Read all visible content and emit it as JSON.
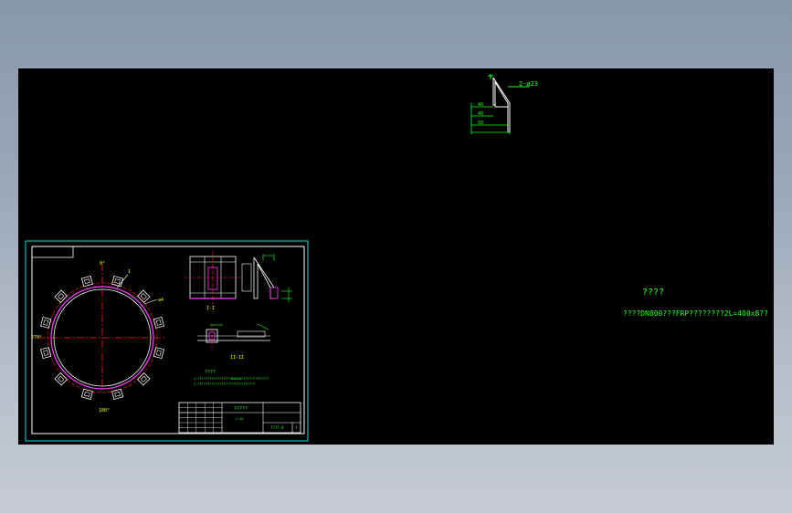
{
  "drawing": {
    "note_title": "????",
    "note_body": "????DN800???FRP????????2L=400x8??",
    "detail_top": {
      "hole_label": "2-ø23",
      "dims": [
        "40",
        "40",
        "50"
      ]
    },
    "sheet": {
      "top_label": "0°",
      "left_label": "270°",
      "bottom_label": "180°",
      "right_leader_1": "1",
      "right_leader_2": "a4",
      "section_label_1": "I-I",
      "section_label_2": "II-II",
      "notes_title": "????",
      "notes_line_1": "1.?????????????????DN800??????????????",
      "notes_line_2": "2.?????????????????????????????",
      "title_block_name": "?????",
      "title_block_code": "1:10",
      "title_block_sheet": "1",
      "title_block_no": "????-A"
    }
  },
  "colors": {
    "background": "#000000",
    "green": "#22ff22",
    "cyan": "#00e5e5",
    "white": "#ffffff",
    "red": "#ff2020",
    "magenta": "#ff40ff",
    "yellow": "#ffff00"
  }
}
